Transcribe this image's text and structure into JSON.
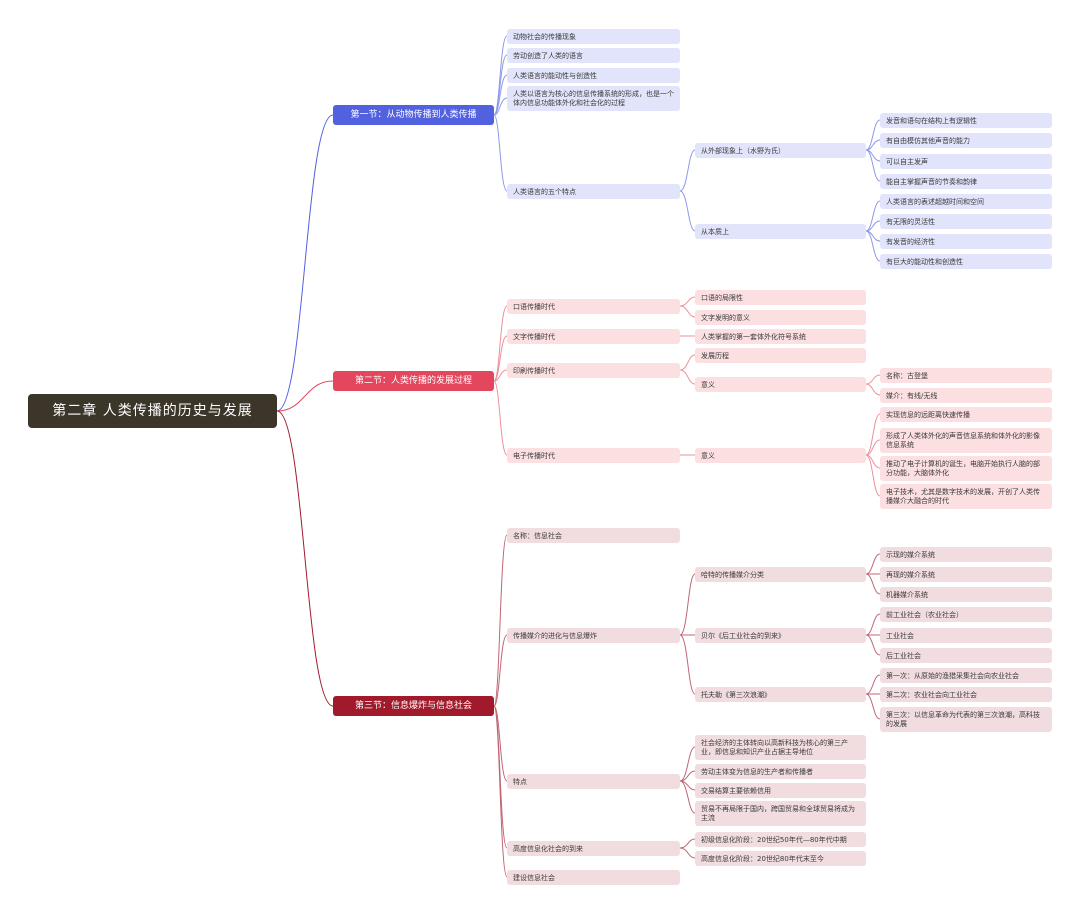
{
  "root": "第二章  人类传播的历史与发展",
  "s1": {
    "title": "第一节：从动物传播到人类传播",
    "c1": "动物社会的传播现象",
    "c2": "劳动创造了人类的语言",
    "c3": "人类语言的能动性与创造性",
    "c4": "人类以语言为核心的信息传播系统的形成，也是一个体内信息功能体外化和社会化的过程",
    "c5": "人类语言的五个特点",
    "g1": "从外部现象上（水野为氏）",
    "g1_items": [
      "发音和语句在结构上有逻辑性",
      "有自由模仿其他声音的能力",
      "可以自主发声",
      "能自主掌握声音的节奏和韵律"
    ],
    "g2": "从本质上",
    "g2_items": [
      "人类语言的表述超越时间和空间",
      "有无限的灵活性",
      "有发音的经济性",
      "有巨大的能动性和创造性"
    ]
  },
  "s2": {
    "title": "第二节：人类传播的发展过程",
    "c1": "口语传播时代",
    "c1_items": [
      "口语的局限性",
      "文字发明的意义"
    ],
    "c2": "文字传播时代",
    "c2_item": "人类掌握的第一套体外化符号系统",
    "c3": "印刷传播时代",
    "c3_a": "发展历程",
    "c3_b": "意义",
    "c3_b_items": [
      "名称：古登堡",
      "媒介：有线/无线"
    ],
    "c4": "电子传播时代",
    "c4_a": "意义",
    "c4_a_items": [
      "实现信息的远距离快速传播",
      "形成了人类体外化的声音信息系统和体外化的影像信息系统",
      "推动了电子计算机的诞生，电脑开始执行人脑的部分功能，大脑体外化",
      "电子技术，尤其是数字技术的发展，开创了人类传播媒介大融合的时代"
    ]
  },
  "s3": {
    "title": "第三节：信息爆炸与信息社会",
    "c1": "名称：信息社会",
    "c2": "传播媒介的进化与信息爆炸",
    "h1": "哈特的传播媒介分类",
    "h1_items": [
      "示现的媒介系统",
      "再现的媒介系统",
      "机器媒介系统"
    ],
    "h2": "贝尔《后工业社会的到来》",
    "h2_items": [
      "前工业社会（农业社会）",
      "工业社会",
      "后工业社会"
    ],
    "h3": "托夫勒《第三次浪潮》",
    "h3_items": [
      "第一次：从原始的渔猎采集社会向农业社会",
      "第二次：农业社会向工业社会",
      "第三次：以信息革命为代表的第三次浪潮，高科技的发展"
    ],
    "c3": "特点",
    "c3_items": [
      "社会经济的主体转向以高新科技为核心的第三产业，即信息和知识产业占据主导地位",
      "劳动主体变为信息的生产者和传播者",
      "交易结算主要依赖信用",
      "贸易不再局限于国内，跨国贸易和全球贸易将成为主流"
    ],
    "c4": "高度信息化社会的到来",
    "c4_items": [
      "初级信息化阶段：20世纪50年代—80年代中期",
      "高度信息化阶段：20世纪80年代末至今"
    ],
    "c5": "建设信息社会"
  },
  "colors": {
    "blue": "#5161e0",
    "red": "#e2475d",
    "dark_red": "#a11a2b",
    "root": "#3b352a"
  }
}
